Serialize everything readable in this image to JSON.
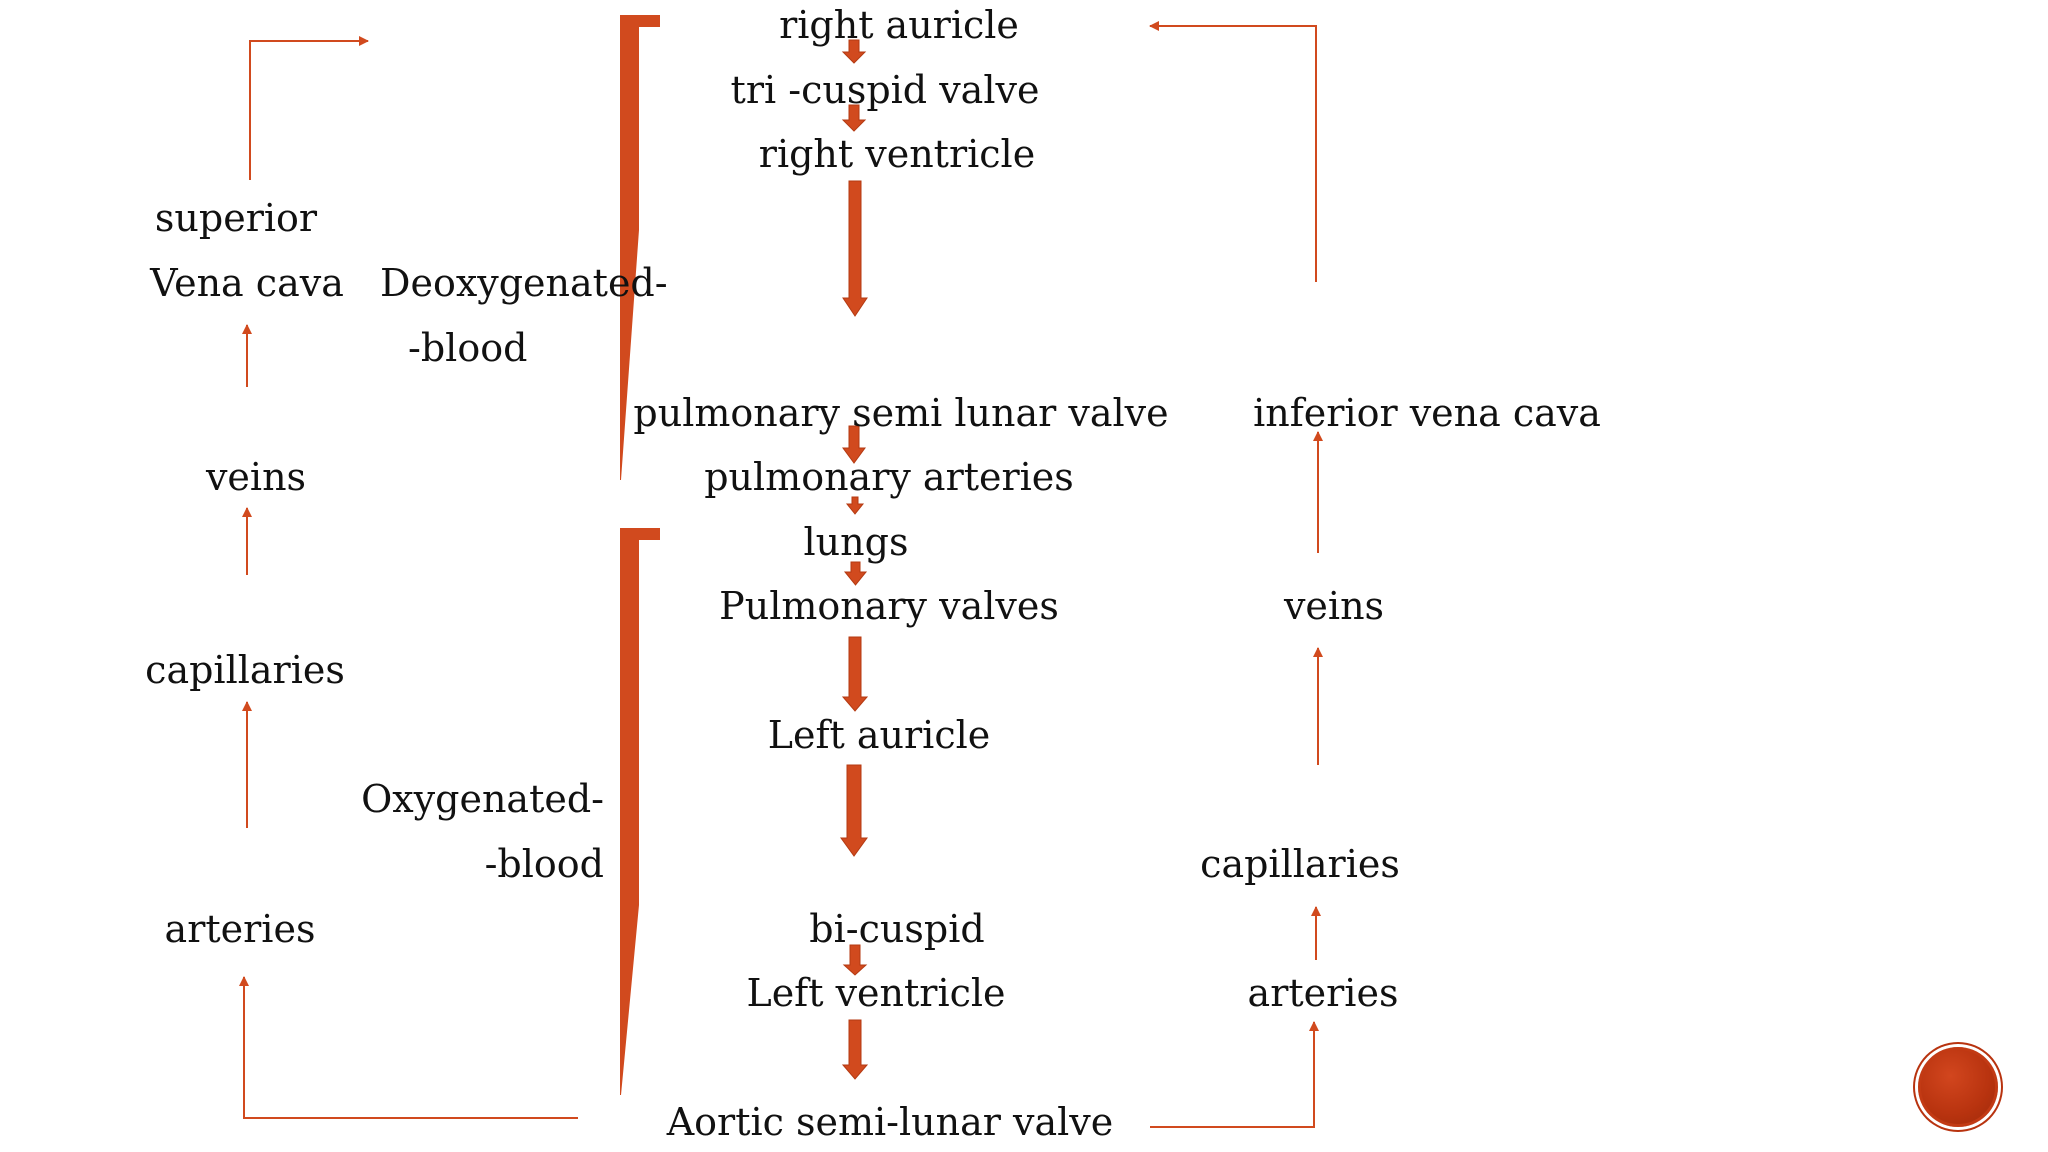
{
  "colors": {
    "arrow": "#D14A1E",
    "text": "#111111",
    "background": "#FFFFFF"
  },
  "center_chain": {
    "right_auricle": "right auricle",
    "tricuspid_valve": "tri -cuspid valve",
    "right_ventricle": "right ventricle",
    "pulmonary_semilunar_valve": "pulmonary semi lunar valve",
    "pulmonary_arteries": "pulmonary arteries",
    "lungs": "lungs",
    "pulmonary_valves": "Pulmonary valves",
    "left_auricle": "Left auricle",
    "bicuspid": "bi-cuspid",
    "left_ventricle": "Left ventricle",
    "aortic_semilunar_valve": "Aortic semi-lunar valve"
  },
  "left_chain": {
    "superior": "superior",
    "vena_cava": "Vena cava",
    "veins": "veins",
    "capillaries": "capillaries",
    "arteries": "arteries"
  },
  "right_chain": {
    "inferior_vena_cava": "inferior vena cava",
    "veins": "veins",
    "capillaries": "capillaries",
    "arteries": "arteries"
  },
  "blood_labels": {
    "deoxygenated": "Deoxygenated-",
    "deoxygenated_blood": "-blood",
    "oxygenated": "Oxygenated-",
    "oxygenated_blood": "-blood"
  }
}
